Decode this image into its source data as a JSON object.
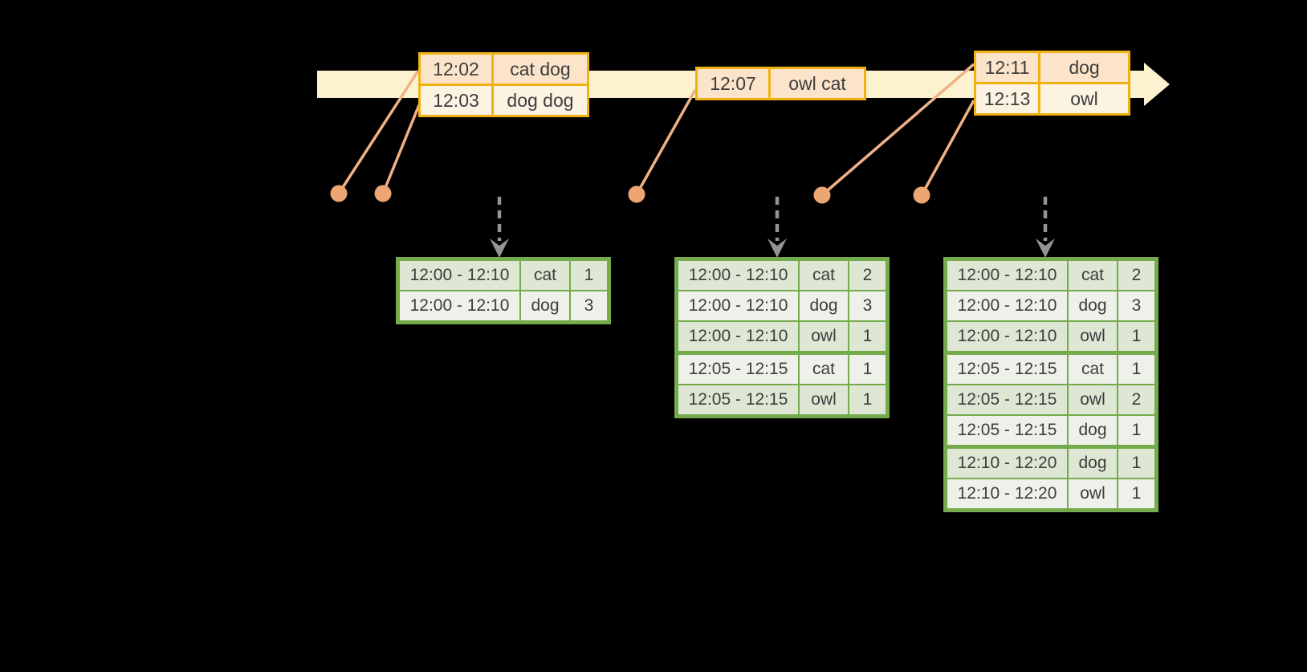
{
  "colors": {
    "background": "#000000",
    "stream_band": "#FCF2CF",
    "event_border": "#F0B213",
    "event_row_odd": "#FBE4C9",
    "event_row_even": "#FDF3E3",
    "marker": "#EDA572",
    "marker_line": "#F0B187",
    "trigger_arrow": "#949494",
    "result_border": "#75AB4C",
    "result_row_odd": "#DDE7D3",
    "result_row_even": "#EDF1E9",
    "text": "#3D3D3D"
  },
  "stream": {
    "event_tables": [
      {
        "rows": [
          {
            "time": "12:02",
            "words": "cat dog"
          },
          {
            "time": "12:03",
            "words": "dog dog"
          }
        ]
      },
      {
        "rows": [
          {
            "time": "12:07",
            "words": "owl cat"
          }
        ]
      },
      {
        "rows": [
          {
            "time": "12:11",
            "words": "dog"
          },
          {
            "time": "12:13",
            "words": "owl"
          }
        ]
      }
    ]
  },
  "result_tables": [
    {
      "group_breaks": [],
      "rows": [
        {
          "window": "12:00 - 12:10",
          "word": "cat",
          "count": "1"
        },
        {
          "window": "12:00 - 12:10",
          "word": "dog",
          "count": "3"
        }
      ]
    },
    {
      "group_breaks": [
        3
      ],
      "rows": [
        {
          "window": "12:00 - 12:10",
          "word": "cat",
          "count": "2"
        },
        {
          "window": "12:00 - 12:10",
          "word": "dog",
          "count": "3"
        },
        {
          "window": "12:00 - 12:10",
          "word": "owl",
          "count": "1"
        },
        {
          "window": "12:05 - 12:15",
          "word": "cat",
          "count": "1"
        },
        {
          "window": "12:05 - 12:15",
          "word": "owl",
          "count": "1"
        }
      ]
    },
    {
      "group_breaks": [
        3,
        6
      ],
      "rows": [
        {
          "window": "12:00 - 12:10",
          "word": "cat",
          "count": "2"
        },
        {
          "window": "12:00 - 12:10",
          "word": "dog",
          "count": "3"
        },
        {
          "window": "12:00 - 12:10",
          "word": "owl",
          "count": "1"
        },
        {
          "window": "12:05 - 12:15",
          "word": "cat",
          "count": "1"
        },
        {
          "window": "12:05 - 12:15",
          "word": "owl",
          "count": "2"
        },
        {
          "window": "12:05 - 12:15",
          "word": "dog",
          "count": "1"
        },
        {
          "window": "12:10 - 12:20",
          "word": "dog",
          "count": "1"
        },
        {
          "window": "12:10 - 12:20",
          "word": "owl",
          "count": "1"
        }
      ]
    }
  ]
}
